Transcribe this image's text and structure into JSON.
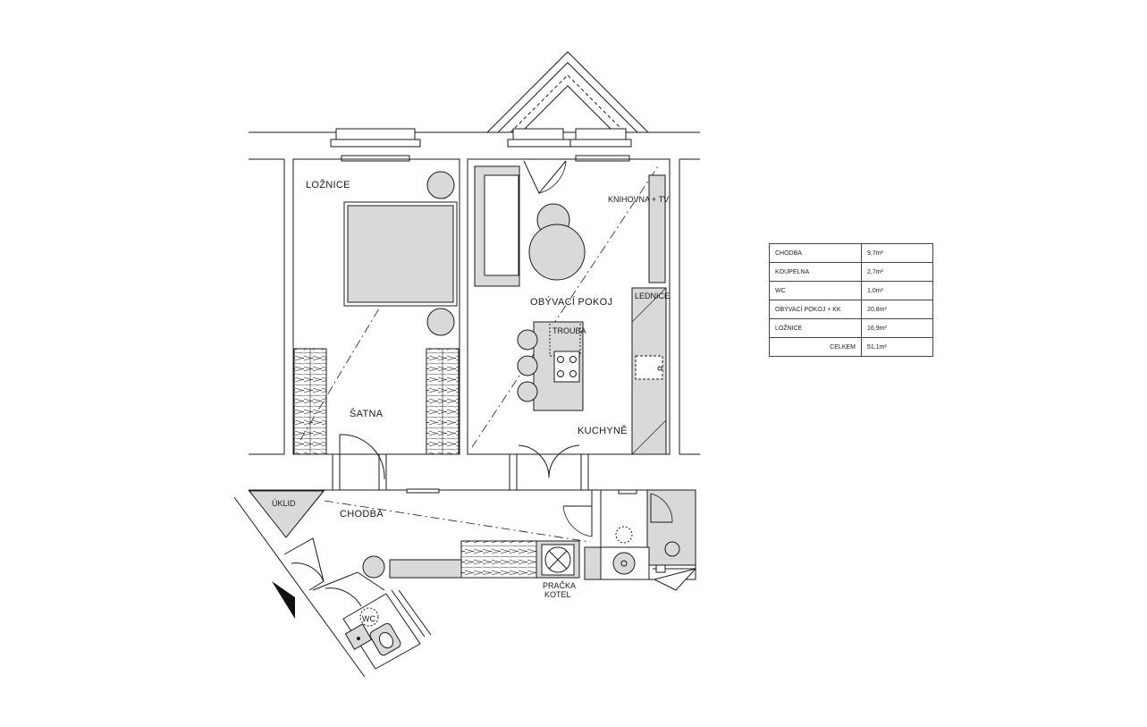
{
  "rooms": {
    "loznice": "LOŽNICE",
    "obyvaci_pokoj": "OBÝVACÍ POKOJ",
    "knihovna_tv": "KNIHOVNA + TV",
    "lednice": "LEDNICE",
    "trouba": "TROUBA",
    "satna": "ŠATNA",
    "kuchyne": "KUCHYNĚ",
    "uklid": "ÚKLID",
    "chodba": "CHODBA",
    "wc": "WC",
    "pracka": "PRAČKA",
    "kotel": "KOTEL"
  },
  "area_table": {
    "rows": [
      {
        "name": "CHODBA",
        "area": "9,7m²"
      },
      {
        "name": "KOUPELNA",
        "area": "2,7m²"
      },
      {
        "name": "WC",
        "area": "1,0m²"
      },
      {
        "name": "OBÝVACÍ POKOJ + KK",
        "area": "20,8m²"
      },
      {
        "name": "LOŽNICE",
        "area": "16,9m²"
      }
    ],
    "total_label": "CELKEM",
    "total_area": "51,1m²"
  },
  "colors": {
    "line": "#1a1a1a",
    "furniture_fill": "#d9d9d9",
    "background": "#ffffff"
  }
}
